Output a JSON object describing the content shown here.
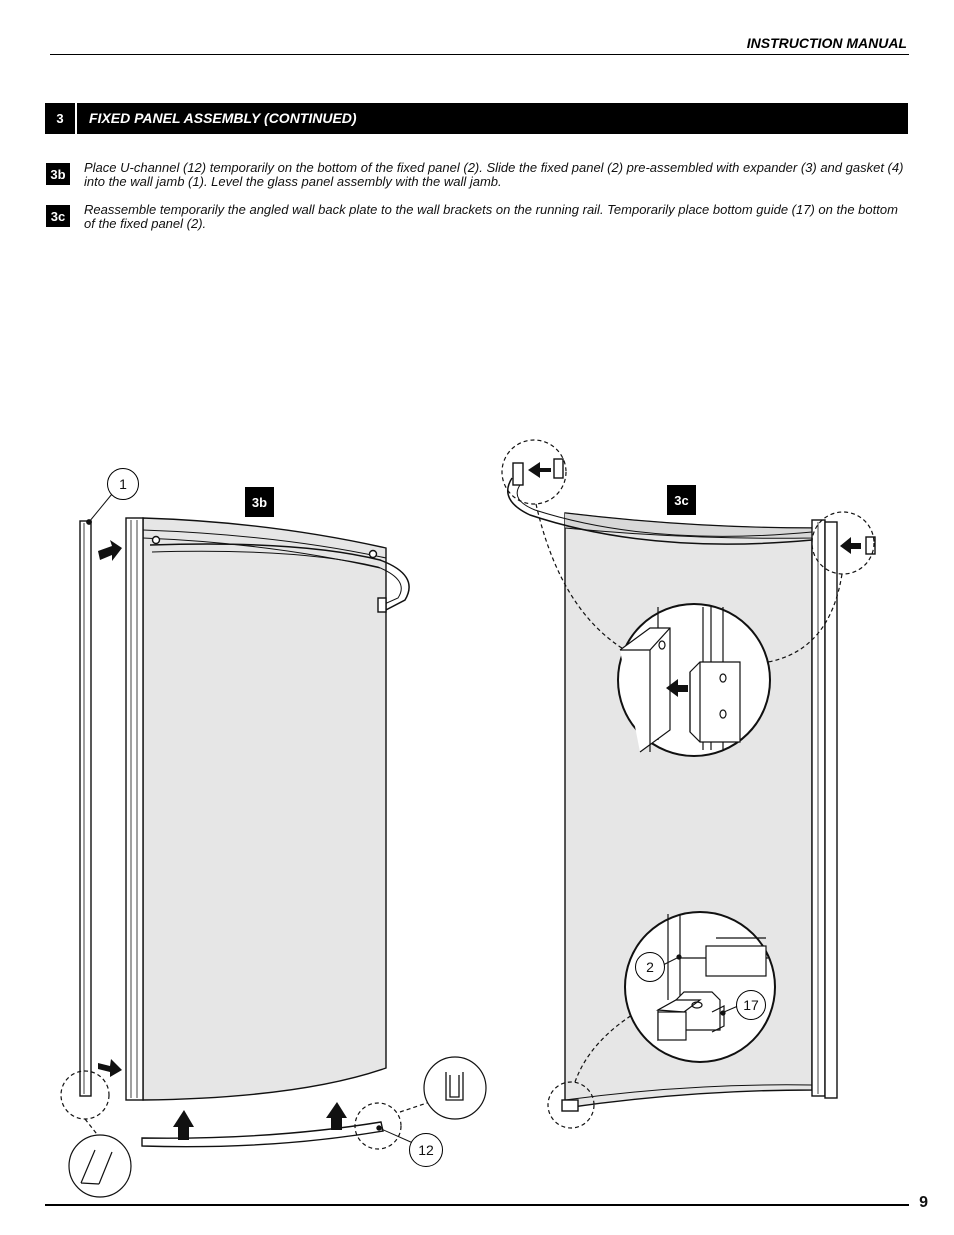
{
  "header": {
    "title": "INSTRUCTION MANUAL"
  },
  "section": {
    "number": "3",
    "title": "FIXED PANEL ASSEMBLY  (CONTINUED)"
  },
  "steps": [
    {
      "label": "3b",
      "text": "Place U-channel (12) temporarily on the bottom of the fixed panel (2). Slide the fixed panel (2) pre-assembled with expander (3) and gasket (4) into the wall jamb (1). Level the glass panel assembly with the wall jamb."
    },
    {
      "label": "3c",
      "text": "Reassemble temporarily the angled wall back plate to the wall brackets on the running rail. Temporarily place bottom guide (17) on the bottom of the fixed panel (2)."
    }
  ],
  "figures": {
    "fig_3b": {
      "label": "3b",
      "callouts": {
        "wall_jamb": "1",
        "u_channel": "12"
      }
    },
    "fig_3c": {
      "label": "3c",
      "callouts": {
        "fixed_panel": "2",
        "bottom_guide": "17"
      }
    }
  },
  "footer": {
    "page_number": "9"
  },
  "colors": {
    "glass": "#e6e6e6",
    "line": "#111111",
    "badge_bg": "#000000"
  }
}
